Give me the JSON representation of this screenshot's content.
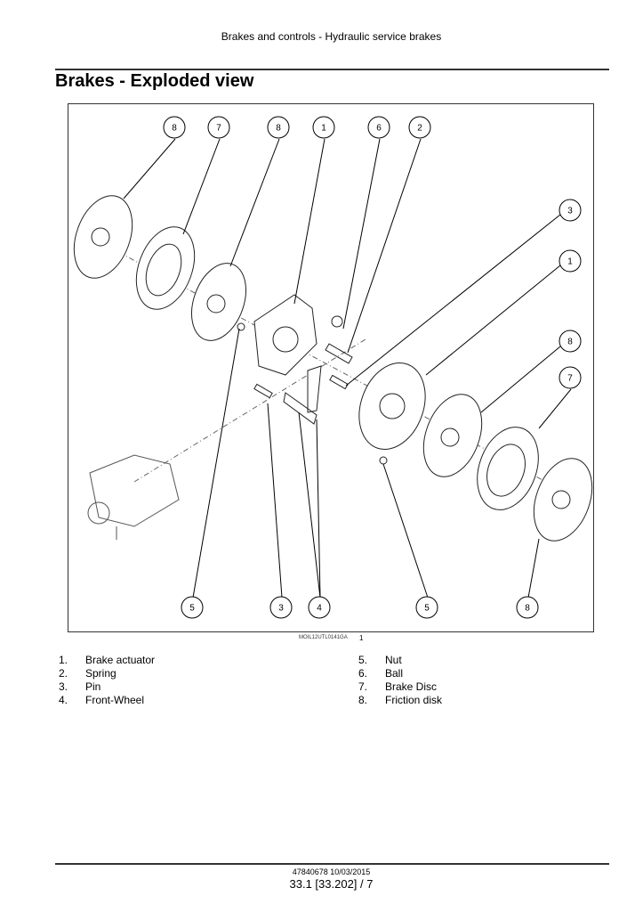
{
  "header": {
    "title": "Brakes and controls - Hydraulic service brakes"
  },
  "section_title": "Brakes - Exploded view",
  "figure": {
    "id": "MOIL12UTL0141GA",
    "number": "1",
    "callouts": [
      "8",
      "7",
      "8",
      "1",
      "6",
      "2",
      "3",
      "1",
      "8",
      "7",
      "5",
      "3",
      "4",
      "5",
      "8"
    ]
  },
  "legend_left": [
    {
      "n": "1.",
      "label": "Brake actuator"
    },
    {
      "n": "2.",
      "label": "Spring"
    },
    {
      "n": "3.",
      "label": "Pin"
    },
    {
      "n": "4.",
      "label": "Front-Wheel"
    }
  ],
  "legend_right": [
    {
      "n": "5.",
      "label": "Nut"
    },
    {
      "n": "6.",
      "label": "Ball"
    },
    {
      "n": "7.",
      "label": "Brake Disc"
    },
    {
      "n": "8.",
      "label": "Friction disk"
    }
  ],
  "footer": {
    "doc": "47840678 10/03/2015",
    "page": "33.1 [33.202] / 7"
  }
}
